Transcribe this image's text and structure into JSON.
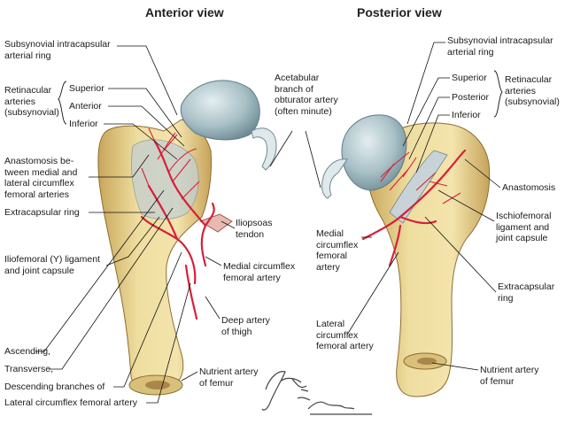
{
  "titles": {
    "anterior": "Anterior view",
    "posterior": "Posterior view"
  },
  "anterior_labels": {
    "subsynovial_ring": "Subsynovial intracapsular\narterial ring",
    "retinacular": "Retinacular\narteries\n(subsynovial)",
    "superior": "Superior",
    "anterior": "Anterior",
    "inferior": "Inferior",
    "anastomosis": "Anastomosis be-\ntween medial and\nlateral circumflex\nfemoral arteries",
    "extracapsular_ring": "Extracapsular ring",
    "iliofemoral": "Iliofemoral (Y) ligament\nand joint capsule",
    "ascending": "Ascending,",
    "transverse": "Transverse,",
    "descending": "Descending branches of",
    "lateral_circumflex": "Lateral circumflex femoral artery",
    "iliopsoas": "Iliopsoas\ntendon",
    "medial_circumflex": "Medial circumflex\nfemoral artery",
    "deep_artery": "Deep artery\nof thigh",
    "nutrient": "Nutrient artery\nof femur"
  },
  "center_labels": {
    "acetabular": "Acetabular\nbranch of\nobturator artery\n(often minute)"
  },
  "posterior_labels": {
    "subsynovial_ring": "Subsynovial intracapsular\narterial ring",
    "superior": "Superior",
    "posterior": "Posterior",
    "inferior": "Inferior",
    "retinacular": "Retinacular\narteries\n(subsynovial)",
    "anastomosis": "Anastomosis",
    "ischiofemoral": "Ischiofemoral\nligament and\njoint capsule",
    "medial_circumflex": "Medial\ncircumflex\nfemoral\nartery",
    "extracapsular_ring": "Extracapsular\nring",
    "lateral_circumflex": "Lateral\ncircumflex\nfemoral artery",
    "nutrient": "Nutrient artery\nof femur"
  },
  "colors": {
    "bone": "#eedc9a",
    "bone_shadow": "#c9a85e",
    "cartilage": "#a9c3c9",
    "capsule": "#b9c7cc",
    "artery": "#d6203a",
    "leader": "#111111"
  }
}
